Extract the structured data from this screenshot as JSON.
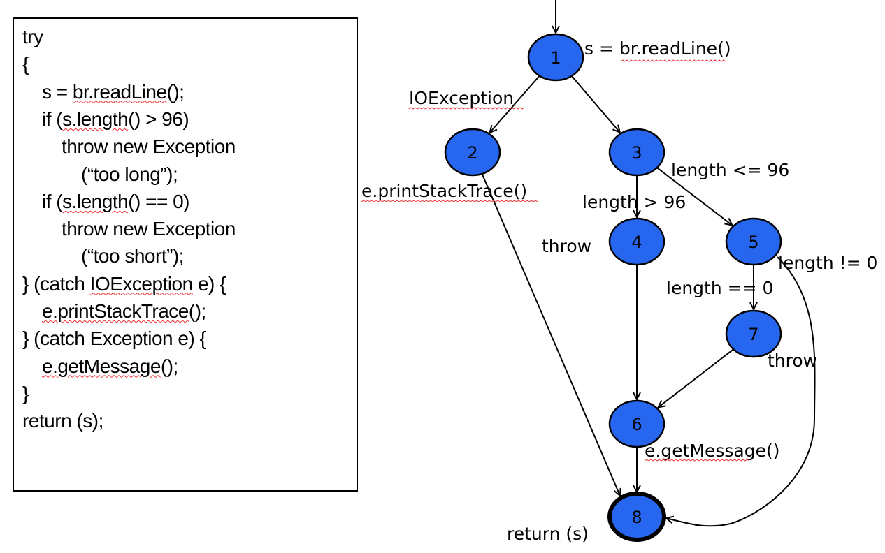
{
  "code": {
    "lines": [
      {
        "indent": 0,
        "parts": [
          {
            "t": "try"
          }
        ]
      },
      {
        "indent": 0,
        "parts": [
          {
            "t": "{"
          }
        ]
      },
      {
        "indent": 1,
        "parts": [
          {
            "t": "s = "
          },
          {
            "t": "br.readLine",
            "sq": true
          },
          {
            "t": "();"
          }
        ]
      },
      {
        "indent": 1,
        "parts": [
          {
            "t": "if ("
          },
          {
            "t": "s.length",
            "sq": true
          },
          {
            "t": "() > 96)"
          }
        ]
      },
      {
        "indent": 2,
        "parts": [
          {
            "t": "throw new Exception"
          }
        ]
      },
      {
        "indent": 3,
        "parts": [
          {
            "t": "(“too long”);"
          }
        ]
      },
      {
        "indent": 1,
        "parts": [
          {
            "t": "if ("
          },
          {
            "t": "s.length",
            "sq": true
          },
          {
            "t": "() == 0)"
          }
        ]
      },
      {
        "indent": 2,
        "parts": [
          {
            "t": "throw new Exception"
          }
        ]
      },
      {
        "indent": 3,
        "parts": [
          {
            "t": "(“too short”);"
          }
        ]
      },
      {
        "indent": 0,
        "parts": [
          {
            "t": "} (catch "
          },
          {
            "t": "IOException",
            "sq": true
          },
          {
            "t": " e) {"
          }
        ]
      },
      {
        "indent": 1,
        "parts": [
          {
            "t": "e.printStackTrace",
            "sq": true
          },
          {
            "t": "();"
          }
        ]
      },
      {
        "indent": 0,
        "parts": [
          {
            "t": "} (catch Exception e) {"
          }
        ]
      },
      {
        "indent": 1,
        "parts": [
          {
            "t": "e.getMessage",
            "sq": true
          },
          {
            "t": "();"
          }
        ]
      },
      {
        "indent": 0,
        "parts": [
          {
            "t": "}"
          }
        ]
      },
      {
        "indent": 0,
        "parts": [
          {
            "t": "return (s);"
          }
        ]
      }
    ]
  },
  "graph": {
    "node_color": "#2767f0",
    "nodes": [
      {
        "id": "1",
        "label": "1"
      },
      {
        "id": "2",
        "label": "2"
      },
      {
        "id": "3",
        "label": "3"
      },
      {
        "id": "4",
        "label": "4"
      },
      {
        "id": "5",
        "label": "5"
      },
      {
        "id": "6",
        "label": "6"
      },
      {
        "id": "7",
        "label": "7"
      },
      {
        "id": "8",
        "label": "8",
        "final": true
      }
    ],
    "edges": [
      {
        "from": "entry",
        "to": "1"
      },
      {
        "from": "1",
        "to": "2",
        "label": "IOException"
      },
      {
        "from": "1",
        "to": "3"
      },
      {
        "from": "2",
        "to": "8"
      },
      {
        "from": "3",
        "to": "4",
        "label": "length > 96"
      },
      {
        "from": "3",
        "to": "5",
        "label": "length <= 96"
      },
      {
        "from": "4",
        "to": "6"
      },
      {
        "from": "5",
        "to": "7",
        "label": "length == 0"
      },
      {
        "from": "5",
        "to": "8",
        "label": "length != 0"
      },
      {
        "from": "7",
        "to": "6"
      },
      {
        "from": "6",
        "to": "8"
      }
    ],
    "annotations": {
      "n1": "s = br.readLine()",
      "n1_squiggle": "br.readLine",
      "ioexception": "IOException",
      "n2": "e.printStackTrace()",
      "len_le_96": "length <= 96",
      "len_gt_96": "length > 96",
      "throw4": "throw",
      "len_ne_0": "length != 0",
      "len_eq_0": "length == 0",
      "throw7": "throw",
      "n6": "e.getMessage()",
      "n8": "return (s)"
    }
  }
}
